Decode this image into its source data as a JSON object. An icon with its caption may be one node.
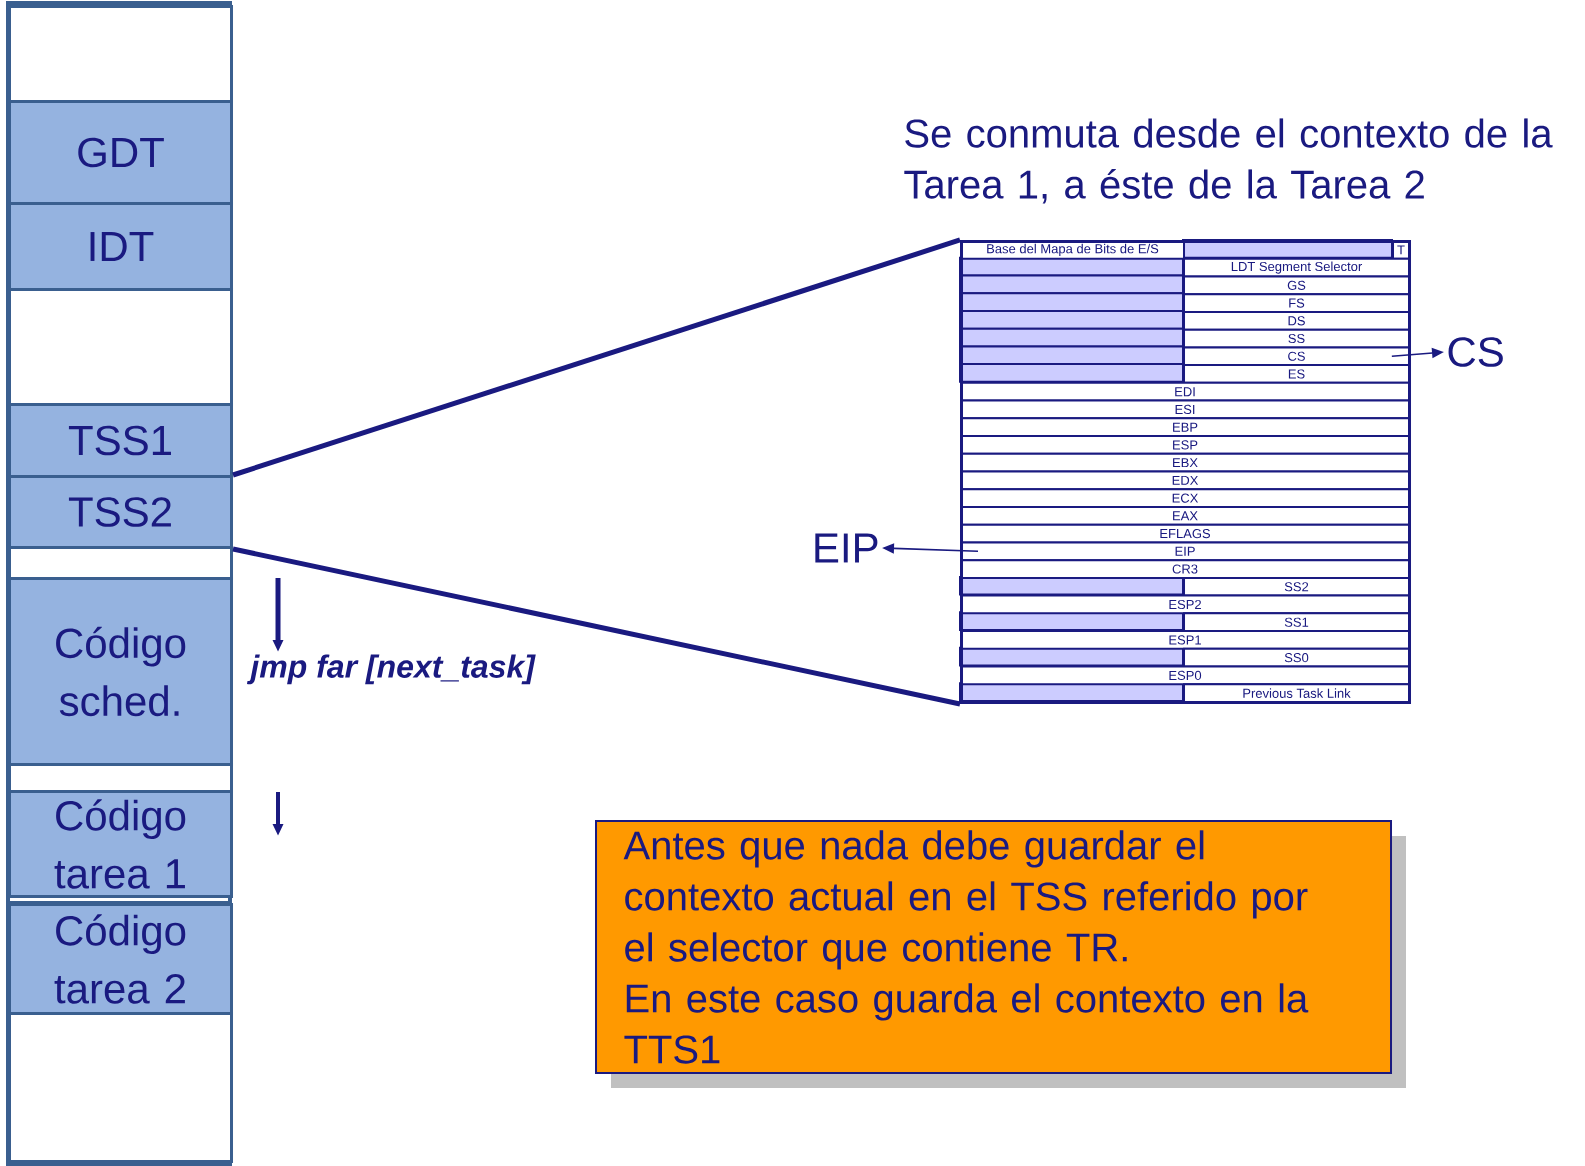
{
  "diagram": {
    "title": "Se conmuta desde el contexto de la Tarea 1, a éste de la Tarea 2",
    "nodes": [
      {
        "text": [],
        "shape": "box"
      },
      {
        "text": [
          "GDT"
        ]
      },
      {
        "text": [
          "IDT"
        ]
      },
      {
        "text": [],
        "shape": "box"
      },
      {
        "text": [
          "TSS1"
        ]
      },
      {
        "text": [
          "TSS2"
        ]
      },
      {
        "text": [],
        "shape": "box"
      },
      {
        "text": [
          "Código sched."
        ]
      },
      {
        "text": [],
        "shape": "box"
      },
      {
        "text": [
          "Código tarea 1"
        ]
      },
      {
        "text": [
          "Código tarea 2"
        ]
      },
      {
        "text": [],
        "shape": "box"
      },
      {
        "text": [
          "jmp far [next_task]"
        ]
      },
      {
        "text": [],
        "shape": "box"
      },
      {
        "text": [
          "Base del Mapa de Bits de E/S"
        ],
        "in": 13
      },
      {
        "text": [
          "T"
        ],
        "in": 13
      },
      {
        "text": [
          "LDT Segment Selector"
        ],
        "in": 13
      },
      {
        "text": [
          "GS"
        ],
        "in": 13
      },
      {
        "text": [
          "FS"
        ],
        "in": 13
      },
      {
        "text": [
          "DS"
        ],
        "in": 13
      },
      {
        "text": [
          "SS"
        ],
        "in": 13
      },
      {
        "text": [
          "CS"
        ],
        "in": 13
      },
      {
        "text": [
          "ES"
        ],
        "in": 13
      },
      {
        "text": [
          "EDI"
        ],
        "in": 13
      },
      {
        "text": [
          "ESI"
        ],
        "in": 13
      },
      {
        "text": [
          "EBP"
        ],
        "in": 13
      },
      {
        "text": [
          "ESP"
        ],
        "in": 13
      },
      {
        "text": [
          "EBX"
        ],
        "in": 13
      },
      {
        "text": [
          "EDX"
        ],
        "in": 13
      },
      {
        "text": [
          "ECX"
        ],
        "in": 13
      },
      {
        "text": [
          "EAX"
        ],
        "in": 13
      },
      {
        "text": [
          "EFLAGS"
        ],
        "in": 13
      },
      {
        "text": [
          "EIP"
        ],
        "in": 13
      },
      {
        "text": [
          "CR3"
        ],
        "in": 13
      },
      {
        "text": [
          "SS2"
        ],
        "in": 13
      },
      {
        "text": [
          "ESP2"
        ],
        "in": 13
      },
      {
        "text": [
          "SS1"
        ],
        "in": 13
      },
      {
        "text": [
          "ESP1"
        ],
        "in": 13
      },
      {
        "text": [
          "SS0"
        ],
        "in": 13
      },
      {
        "text": [
          "ESP0"
        ],
        "in": 13
      },
      {
        "text": [
          "Previous Task Link"
        ],
        "in": 13
      },
      {
        "text": [
          "CS"
        ]
      },
      {
        "text": [
          "EIP"
        ]
      },
      {
        "text": [
          "Antes que nada debe guardar el contexto actual en el TSS referido por el selector que contiene TR.",
          "En este caso guarda el contexto en la TTS1"
        ]
      }
    ],
    "edges": [
      {
        "from": 5,
        "to": 13,
        "arrow": "none"
      },
      {
        "from": 5,
        "to": 13,
        "arrow": "none"
      },
      {
        "from": null,
        "to": 12,
        "arrow": "to"
      },
      {
        "from": 21,
        "to": 41,
        "arrow": "to"
      },
      {
        "from": 32,
        "to": 42,
        "arrow": "to"
      }
    ]
  }
}
